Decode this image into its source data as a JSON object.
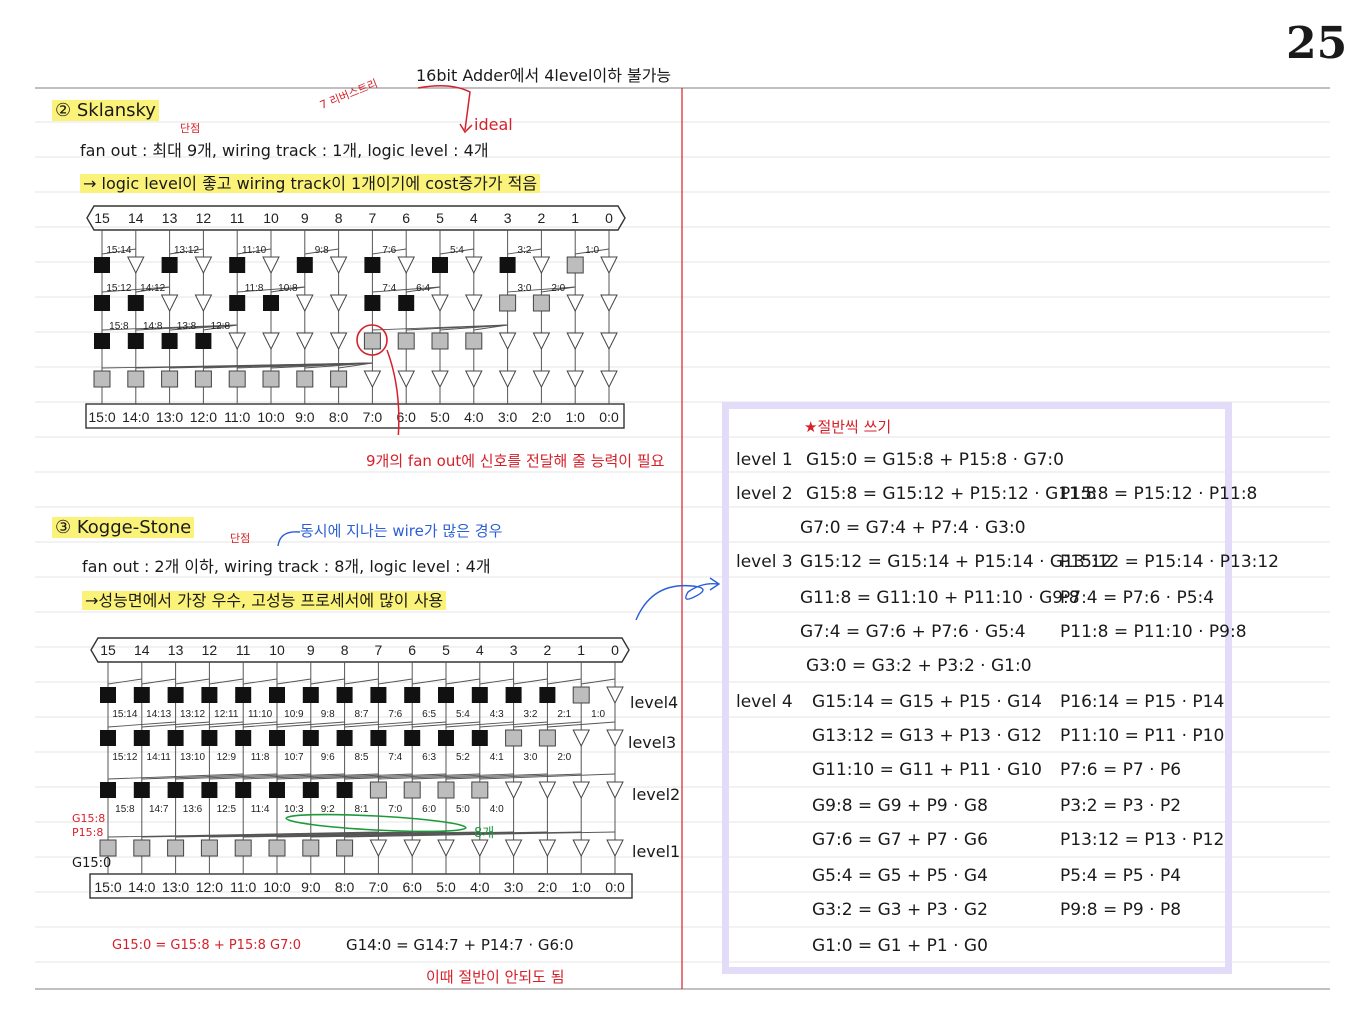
{
  "page_number": "25",
  "top_note": "16bit Adder에서 4level이하 불가능",
  "top_note_red": "7 리버스트리",
  "ideal_note": "ideal",
  "sklansky": {
    "title": "② Sklansky",
    "weak_mark": "단점",
    "line1": "fan out : 최대 9개, wiring track : 1개, logic level : 4개",
    "line2": "→ logic level이 좋고 wiring track이 1개이기에 cost증가가 적음",
    "top_bits": [
      "15",
      "14",
      "13",
      "12",
      "11",
      "10",
      "9",
      "8",
      "7",
      "6",
      "5",
      "4",
      "3",
      "2",
      "1",
      "0"
    ],
    "bottom_labels": [
      "15:0",
      "14:0",
      "13:0",
      "12:0",
      "11:0",
      "10:0",
      "9:0",
      "8:0",
      "7:0",
      "6:0",
      "5:0",
      "4:0",
      "3:0",
      "2:0",
      "1:0",
      "0:0"
    ],
    "row1_labels": [
      "15:14",
      "13:12",
      "11:10",
      "9:8",
      "7:6",
      "5:4",
      "3:2",
      "1:0"
    ],
    "row2_labels": [
      "15:12",
      "14:12",
      "11:8",
      "10:8",
      "7:4",
      "6:4",
      "3:0",
      "2:0"
    ],
    "row3_labels": [
      "15:8",
      "14:8",
      "13:8",
      "12:8"
    ],
    "fanout_note": "9개의 fan out에 신호를 전달해 줄 능력이 필요"
  },
  "kogge": {
    "title": "③ Kogge-Stone",
    "weak_mark": "단점",
    "blue_note": "동시에 지나는 wire가 많은 경우",
    "line1": "fan out : 2개 이하, wiring track : 8개, logic level : 4개",
    "line2": "→성능면에서 가장 우수, 고성능 프로세서에 많이 사용",
    "top_bits": [
      "15",
      "14",
      "13",
      "12",
      "11",
      "10",
      "9",
      "8",
      "7",
      "6",
      "5",
      "4",
      "3",
      "2",
      "1",
      "0"
    ],
    "bottom_labels": [
      "15:0",
      "14:0",
      "13:0",
      "12:0",
      "11:0",
      "10:0",
      "9:0",
      "8:0",
      "7:0",
      "6:0",
      "5:0",
      "4:0",
      "3:0",
      "2:0",
      "1:0",
      "0:0"
    ],
    "row1_labels": [
      "15:14",
      "14:13",
      "13:12",
      "12:11",
      "11:10",
      "10:9",
      "9:8",
      "8:7",
      "7:6",
      "6:5",
      "5:4",
      "4:3",
      "3:2",
      "2:1",
      "1:0"
    ],
    "row2_labels": [
      "15:12",
      "14:11",
      "13:10",
      "12:9",
      "11:8",
      "10:7",
      "9:6",
      "8:5",
      "7:4",
      "6:3",
      "5:2",
      "4:1",
      "3:0",
      "2:0"
    ],
    "row3_labels": [
      "15:8",
      "14:7",
      "13:6",
      "12:5",
      "11:4",
      "10:3",
      "9:2",
      "8:1",
      "7:0",
      "6:0",
      "5:0",
      "4:0"
    ],
    "level_labels": [
      "level4",
      "level3",
      "level2",
      "level1"
    ],
    "green_note": "8개",
    "side_g": "G15:8",
    "side_p": "P15:8",
    "side_g0": "G15:0",
    "eq_bottom": "G15:0 = G15:8 + P15:8 G7:0",
    "eq_bottom2": "G14:0 = G14:7 + P14:7 · G6:0",
    "bottom_note": "이때 절반이 안되도 됨"
  },
  "equations": {
    "star_note": "★절반씩 쓰기",
    "rows": [
      {
        "level": "level 1",
        "g": "G15:0 = G15:8 + P15:8 · G7:0",
        "p": ""
      },
      {
        "level": "level 2",
        "g": "G15:8 = G15:12 + P15:12 · G11:8",
        "p": "P15:8 = P15:12 · P11:8"
      },
      {
        "level": "",
        "g": "G7:0 = G7:4 + P7:4 · G3:0",
        "p": ""
      },
      {
        "level": "level 3",
        "g": "G15:12 = G15:14 + P15:14 · G13:12",
        "p": "P15:12 = P15:14 · P13:12"
      },
      {
        "level": "",
        "g": "G11:8 = G11:10 + P11:10 · G9:8",
        "p": "P7:4 = P7:6 · P5:4"
      },
      {
        "level": "",
        "g": "G7:4 = G7:6 + P7:6 · G5:4",
        "p": "P11:8 = P11:10 · P9:8"
      },
      {
        "level": "",
        "g": "G3:0 = G3:2 + P3:2 · G1:0",
        "p": ""
      },
      {
        "level": "level 4",
        "g": "G15:14 = G15 + P15 · G14",
        "p": "P16:14 = P15 · P14"
      },
      {
        "level": "",
        "g": "G13:12 = G13 + P13 · G12",
        "p": "P11:10 = P11 · P10"
      },
      {
        "level": "",
        "g": "G11:10 = G11 + P11 · G10",
        "p": "P7:6 = P7 · P6"
      },
      {
        "level": "",
        "g": "G9:8 = G9 + P9 · G8",
        "p": "P3:2 = P3 · P2"
      },
      {
        "level": "",
        "g": "G7:6 = G7 + P7 · G6",
        "p": "P13:12 = P13 · P12"
      },
      {
        "level": "",
        "g": "G5:4 = G5 + P5 · G4",
        "p": "P5:4 = P5 · P4"
      },
      {
        "level": "",
        "g": "G3:2 = G3 + P3 · G2",
        "p": "P9:8 = P9 · P8"
      },
      {
        "level": "",
        "g": "G1:0 = G1 + P1 · G0",
        "p": ""
      }
    ]
  },
  "colors": {
    "red": "#d6202a",
    "blue": "#2b5fd6",
    "green": "#1b9a3a",
    "highlight": "#fbf27a",
    "box": "#e3dcf9"
  }
}
